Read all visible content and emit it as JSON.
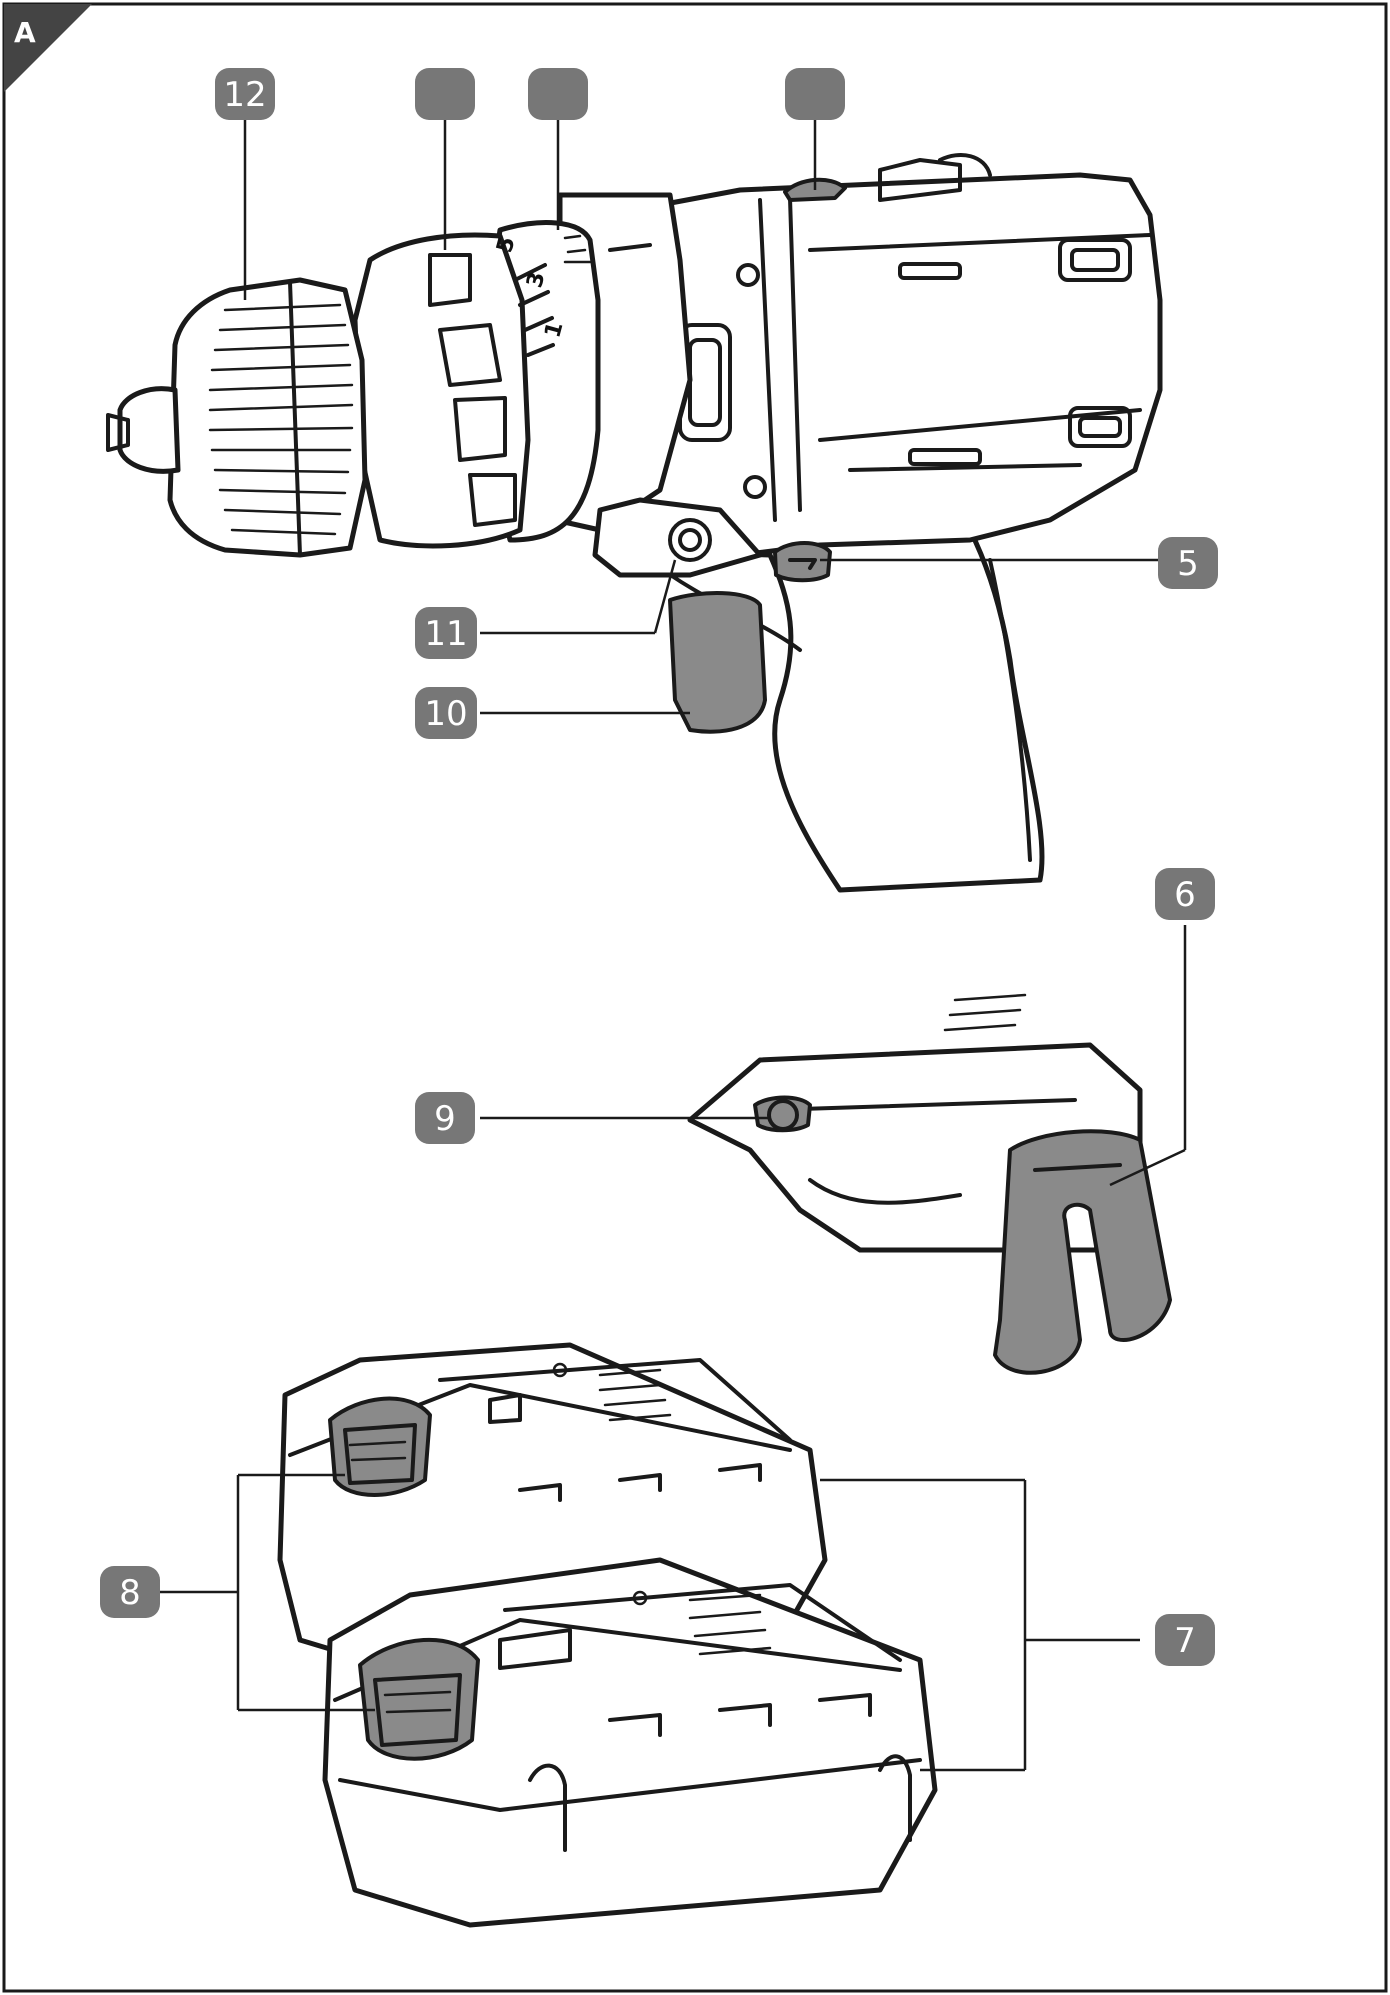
{
  "figure": {
    "corner_tag": "A",
    "callouts": [
      {
        "id": "c12",
        "label": "12"
      },
      {
        "id": "cblank1",
        "label": ""
      },
      {
        "id": "cblank2",
        "label": ""
      },
      {
        "id": "cblank3",
        "label": ""
      },
      {
        "id": "c5",
        "label": "5"
      },
      {
        "id": "c11",
        "label": "11"
      },
      {
        "id": "c10",
        "label": "10"
      },
      {
        "id": "c6",
        "label": "6"
      },
      {
        "id": "c9",
        "label": "9"
      },
      {
        "id": "c8",
        "label": "8"
      },
      {
        "id": "c7",
        "label": "7"
      }
    ],
    "dial_numbers": [
      "5",
      "3",
      "1"
    ],
    "colors": {
      "callout_fill": "#777777",
      "grey_part": "#8a8a8a",
      "outline": "#1a1a1a",
      "corner_tag_fill": "#444444"
    }
  }
}
